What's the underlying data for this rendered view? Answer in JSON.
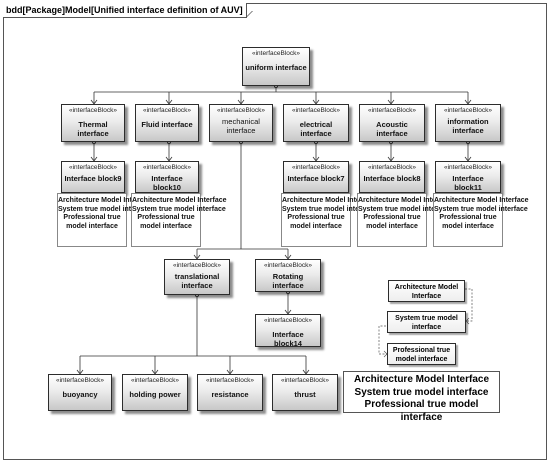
{
  "diagram": {
    "frame_title": "bdd[Package]Model[Unified interface definition of AUV]",
    "stereotype": "«interfaceBlock»",
    "blocks": {
      "root": "uniform interface",
      "thermal": "Thermal interface",
      "fluid": "Fluid interface",
      "mechanical": "mechanical interface",
      "electrical": "electrical  interface",
      "acoustic": "Acoustic  interface",
      "information": "information interface",
      "ib9": "Interface block9",
      "ib10": "Interface block10",
      "ib7": "Interface block7",
      "ib8": "Interface block8",
      "ib11": "Interface block11",
      "translational": "translational interface",
      "rotating": "Rotating interface",
      "ib14": "Interface block14",
      "buoyancy": "buoyancy",
      "holding": "holding power",
      "resistance": "resistance",
      "thrust": "thrust"
    },
    "attributes": [
      "Architecture Model Interface",
      "System true model interface",
      "Professional true model interface"
    ],
    "legend": {
      "arch": "Architecture Model Interface",
      "system": "System true model interface",
      "professional": "Professional true model interface"
    },
    "note_lines": [
      "Architecture Model Interface",
      "System true model interface",
      "Professional true model interface"
    ]
  }
}
